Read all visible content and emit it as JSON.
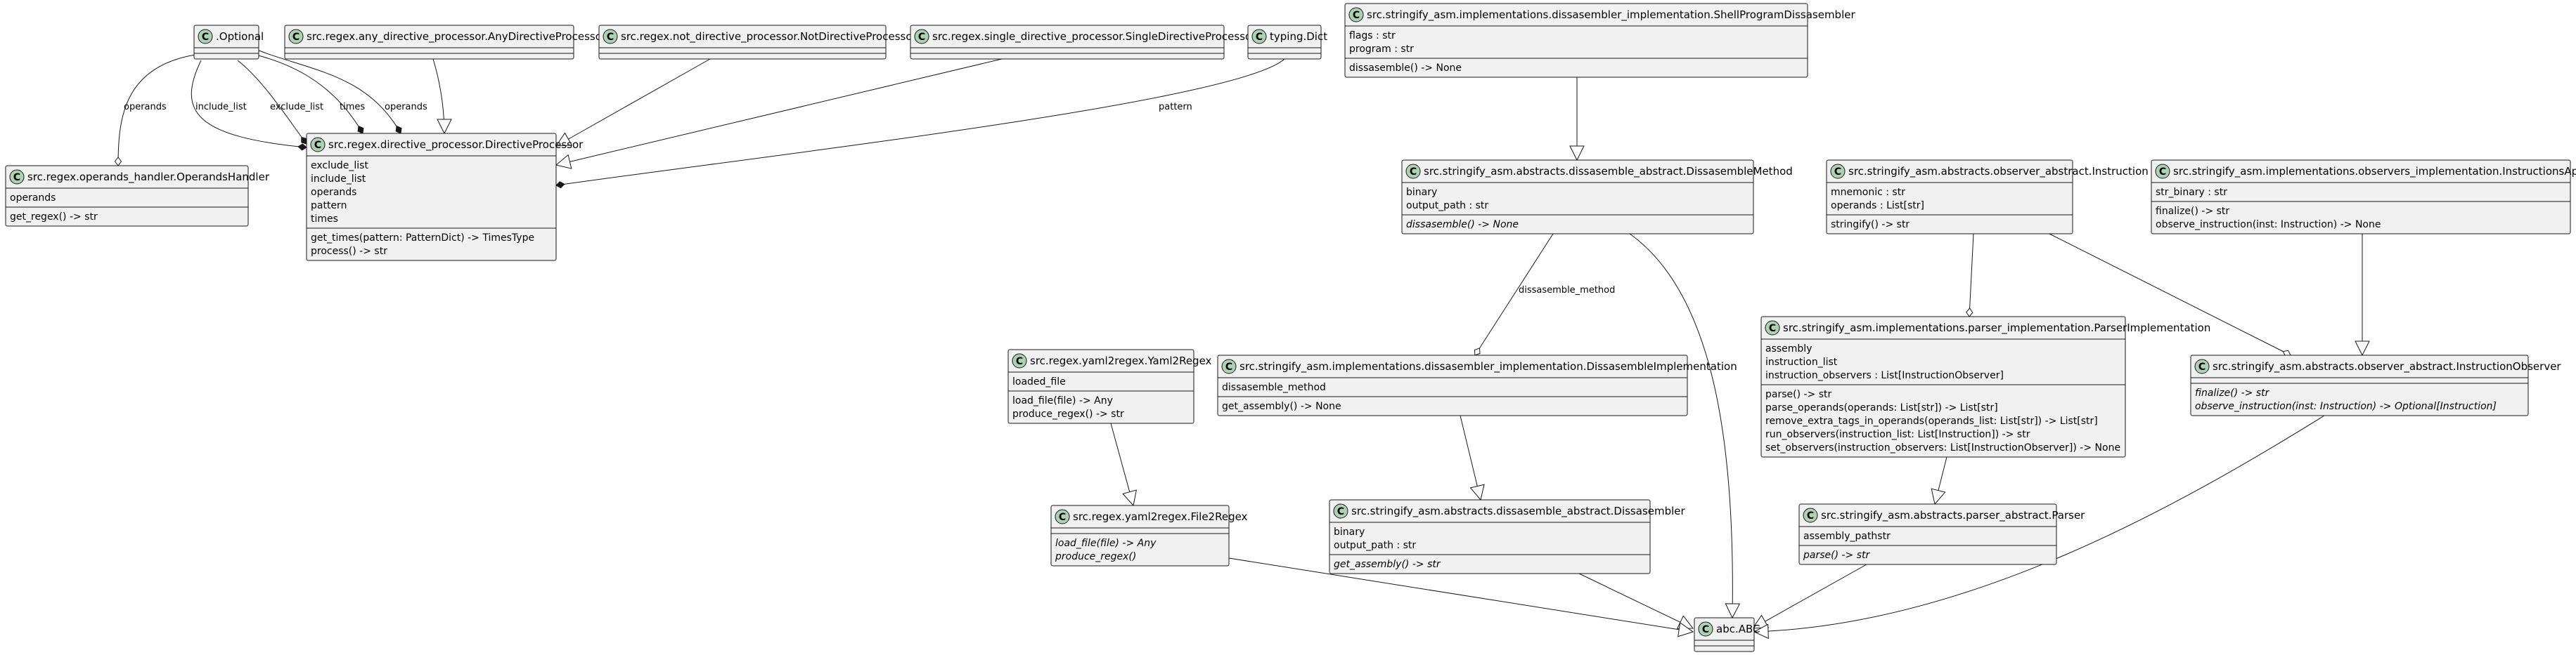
{
  "classes": [
    {
      "id": "optional",
      "title": ".Optional",
      "fields": [],
      "methods": []
    },
    {
      "id": "any_proc",
      "title": "src.regex.any_directive_processor.AnyDirectiveProcessor",
      "fields": [],
      "methods": []
    },
    {
      "id": "not_proc",
      "title": "src.regex.not_directive_processor.NotDirectiveProcessor",
      "fields": [],
      "methods": []
    },
    {
      "id": "single_proc",
      "title": "src.regex.single_directive_processor.SingleDirectiveProcessor",
      "fields": [],
      "methods": []
    },
    {
      "id": "typing_dict",
      "title": "typing.Dict",
      "fields": [],
      "methods": []
    },
    {
      "id": "shell_dis",
      "title": "src.stringify_asm.implementations.dissasembler_implementation.ShellProgramDissasembler",
      "fields": [
        "flags : str",
        "program : str"
      ],
      "methods": [
        {
          "text": "dissasemble() -> None",
          "abstract": false
        }
      ]
    },
    {
      "id": "operands_handler",
      "title": "src.regex.operands_handler.OperandsHandler",
      "fields": [
        "operands"
      ],
      "methods": [
        {
          "text": "get_regex() -> str",
          "abstract": false
        }
      ]
    },
    {
      "id": "directive_proc",
      "title": "src.regex.directive_processor.DirectiveProcessor",
      "fields": [
        "exclude_list",
        "include_list",
        "operands",
        "pattern",
        "times"
      ],
      "methods": [
        {
          "text": "get_times(pattern: PatternDict) -> TimesType",
          "abstract": false
        },
        {
          "text": "process() -> str",
          "abstract": false
        }
      ]
    },
    {
      "id": "dis_method",
      "title": "src.stringify_asm.abstracts.dissasemble_abstract.DissasembleMethod",
      "fields": [
        "binary",
        "output_path : str"
      ],
      "methods": [
        {
          "text": "dissasemble() -> None",
          "abstract": true
        }
      ]
    },
    {
      "id": "instruction",
      "title": "src.stringify_asm.abstracts.observer_abstract.Instruction",
      "fields": [
        "mnemonic : str",
        "operands : List[str]"
      ],
      "methods": [
        {
          "text": "stringify() -> str",
          "abstract": false
        }
      ]
    },
    {
      "id": "appender",
      "title": "src.stringify_asm.implementations.observers_implementation.InstructionsAppender",
      "fields": [
        "str_binary : str"
      ],
      "methods": [
        {
          "text": "finalize() -> str",
          "abstract": false
        },
        {
          "text": "observe_instruction(inst: Instruction) -> None",
          "abstract": false
        }
      ]
    },
    {
      "id": "parser_impl",
      "title": "src.stringify_asm.implementations.parser_implementation.ParserImplementation",
      "fields": [
        "assembly",
        "instruction_list",
        "instruction_observers : List[InstructionObserver]"
      ],
      "methods": [
        {
          "text": "parse() -> str",
          "abstract": false
        },
        {
          "text": "parse_operands(operands: List[str]) -> List[str]",
          "abstract": false
        },
        {
          "text": "remove_extra_tags_in_operands(operands_list: List[str]) -> List[str]",
          "abstract": false
        },
        {
          "text": "run_observers(instruction_list: List[Instruction]) -> str",
          "abstract": false
        },
        {
          "text": "set_observers(instruction_observers: List[InstructionObserver]) -> None",
          "abstract": false
        }
      ]
    },
    {
      "id": "yaml2regex",
      "title": "src.regex.yaml2regex.Yaml2Regex",
      "fields": [
        "loaded_file"
      ],
      "methods": [
        {
          "text": "load_file(file) -> Any",
          "abstract": false
        },
        {
          "text": "produce_regex() -> str",
          "abstract": false
        }
      ]
    },
    {
      "id": "dis_impl",
      "title": "src.stringify_asm.implementations.dissasembler_implementation.DissasembleImplementation",
      "fields": [
        "dissasemble_method"
      ],
      "methods": [
        {
          "text": "get_assembly() -> None",
          "abstract": false
        }
      ]
    },
    {
      "id": "observer",
      "title": "src.stringify_asm.abstracts.observer_abstract.InstructionObserver",
      "fields": [],
      "methods": [
        {
          "text": "finalize() -> str",
          "abstract": true
        },
        {
          "text": "observe_instruction(inst: Instruction) -> Optional[Instruction]",
          "abstract": true
        }
      ]
    },
    {
      "id": "file2regex",
      "title": "src.regex.yaml2regex.File2Regex",
      "fields": [],
      "methods": [
        {
          "text": "load_file(file) -> Any",
          "abstract": true
        },
        {
          "text": "produce_regex()",
          "abstract": true
        }
      ]
    },
    {
      "id": "dissasembler",
      "title": "src.stringify_asm.abstracts.dissasemble_abstract.Dissasembler",
      "fields": [
        "binary",
        "output_path : str"
      ],
      "methods": [
        {
          "text": "get_assembly() -> str",
          "abstract": true
        }
      ]
    },
    {
      "id": "parser",
      "title": "src.stringify_asm.abstracts.parser_abstract.Parser",
      "fields": [
        "assembly_pathstr"
      ],
      "methods": [
        {
          "text": "parse() -> str",
          "abstract": true
        }
      ]
    },
    {
      "id": "abc",
      "title": "abc.ABC",
      "fields": [],
      "methods": []
    }
  ],
  "edge_labels": {
    "operands_handler": "operands",
    "include_list": "include_list",
    "exclude_list": "exclude_list",
    "times": "times",
    "operands_directive": "operands",
    "pattern": "pattern",
    "dissasemble_method": "dissasemble_method"
  },
  "class_badge": "C",
  "colors": {
    "box_fill": "#f1f1f1",
    "line": "#181818",
    "badge_fill": "#add1b2"
  }
}
